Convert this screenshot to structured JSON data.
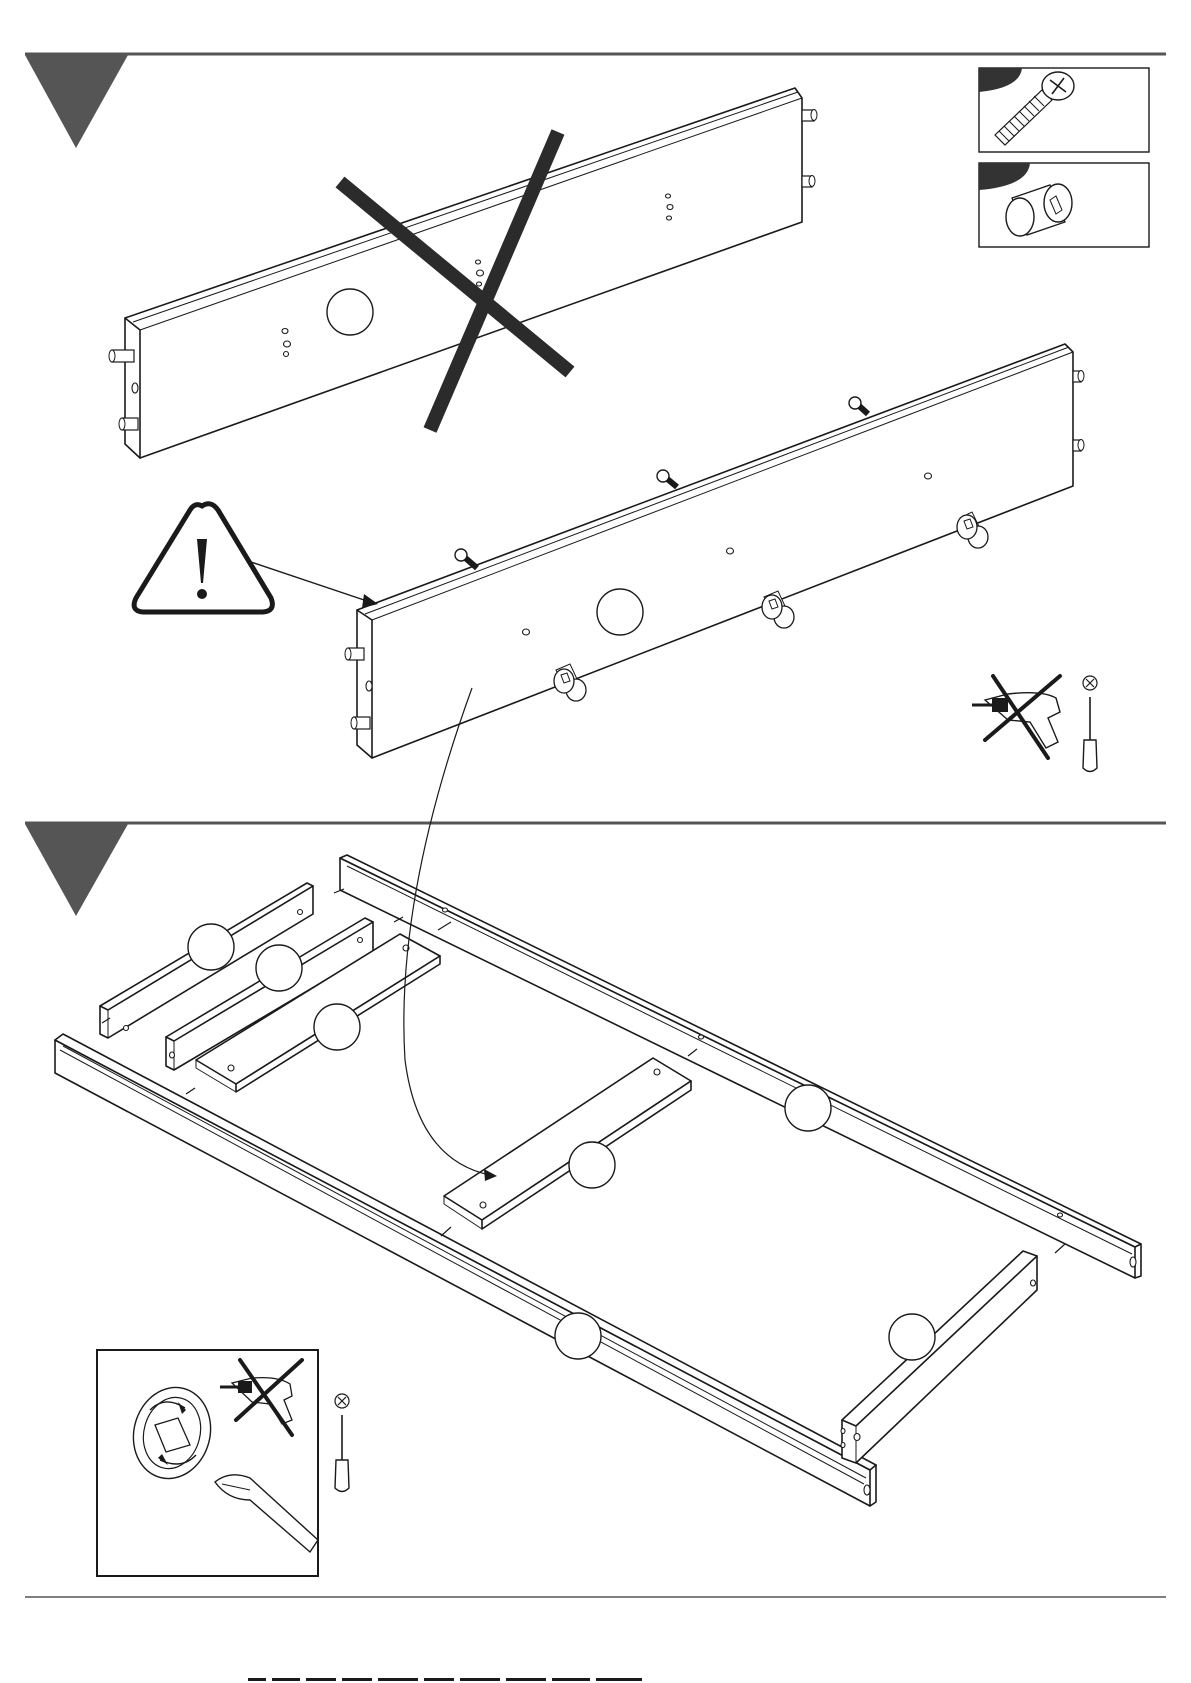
{
  "steps": [
    {
      "name": "step-1",
      "marker_color": "#555555"
    },
    {
      "name": "step-2",
      "marker_color": "#555555"
    }
  ],
  "parts_legend": [
    {
      "name": "screw",
      "icon": "screw-icon"
    },
    {
      "name": "cam-lock",
      "icon": "cam-lock-icon"
    }
  ],
  "icons": {
    "warning": "warning-triangle-icon",
    "no_power_drill": "no-drill-icon",
    "use_screwdriver": "screwdriver-icon"
  },
  "colors": {
    "line": "#1a1a1a",
    "marker": "#555555",
    "background": "#ffffff"
  }
}
